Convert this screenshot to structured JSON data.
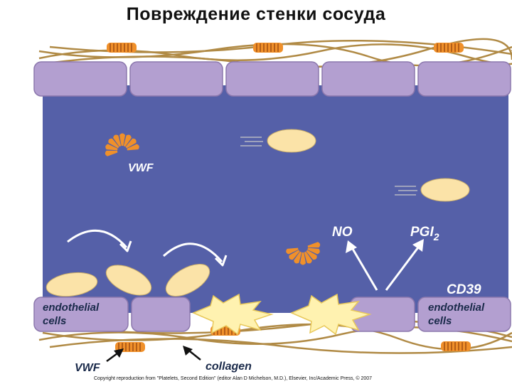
{
  "title": "Повреждение стенки сосуда",
  "labels": {
    "vwf_lumen": "VWF",
    "no": "NO",
    "pgi": "PGI",
    "pgi_sub": "2",
    "cd39": "CD39",
    "endo_left_1": "endothelial",
    "endo_left_2": "cells",
    "endo_right_1": "endothelial",
    "endo_right_2": "cells",
    "vwf_bottom": "VWF",
    "collagen": "collagen"
  },
  "copyright": "Copyright reproduction from \"Platelets, Second Edition\" (editor Alan D Michelson, M.D.), Elsevier, Inc/Academic Press, © 2007",
  "colors": {
    "lumen": "#5560a8",
    "endothelium": "#b39fd0",
    "fiber": "#b08a45",
    "vwf_orange": "#f0902a",
    "platelet": "#fbe3a8",
    "activated": "#fff2b0"
  }
}
